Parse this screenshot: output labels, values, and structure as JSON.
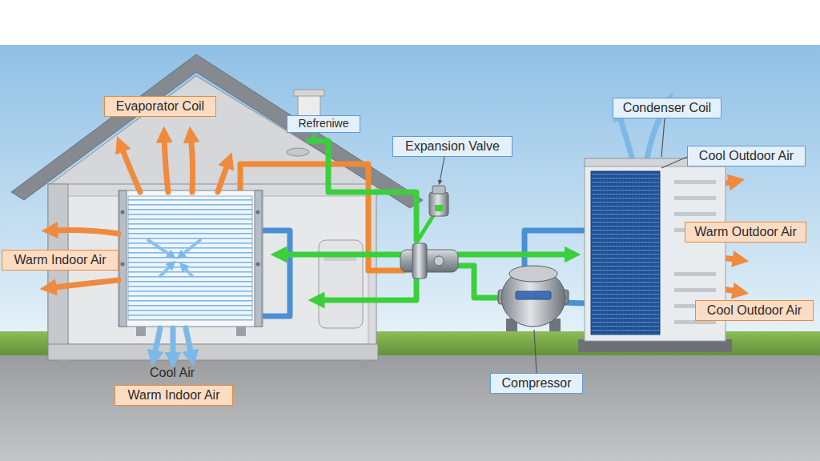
{
  "diagram": {
    "nodes": [
      {
        "text": [
          "Evaporator Coil"
        ]
      },
      {
        "text": [
          "Condenser Coil"
        ]
      },
      {
        "text": [
          "Refreniwe"
        ]
      },
      {
        "text": [
          "Expansion Valve"
        ]
      },
      {
        "text": [
          "Cool Outdoor Air"
        ]
      },
      {
        "text": [
          "Warm Outdoor Air"
        ]
      },
      {
        "text": [
          "Warm Indoor Air"
        ]
      },
      {
        "text": [
          "Cool Outdoor Air"
        ]
      },
      {
        "text": [
          "Warm Indoor Air"
        ]
      },
      {
        "text": [
          "Compressor"
        ]
      }
    ],
    "labels": [
      "Cool Air"
    ]
  }
}
